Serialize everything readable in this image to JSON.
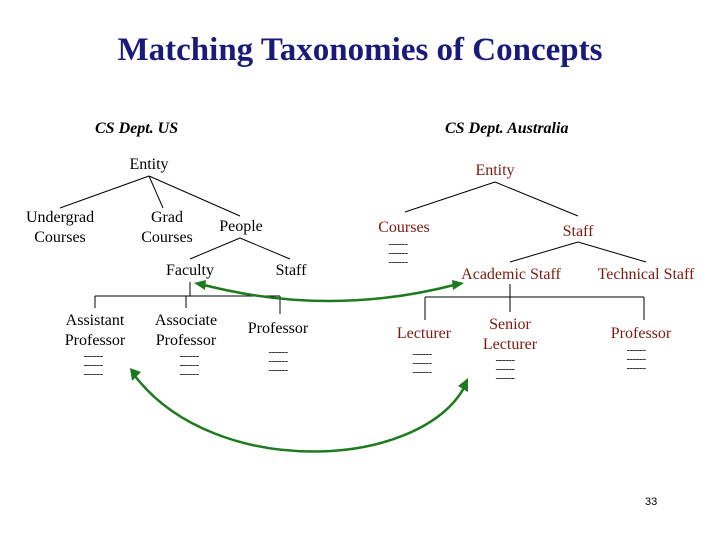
{
  "title": "Matching Taxonomies of Concepts",
  "us": {
    "heading": "CS Dept. US",
    "entity": "Entity",
    "undergrad_courses": [
      "Undergrad",
      "Courses"
    ],
    "grad_courses": [
      "Grad",
      "Courses"
    ],
    "people": "People",
    "faculty": "Faculty",
    "staff": "Staff",
    "assistant_professor": [
      "Assistant",
      "Professor"
    ],
    "associate_professor": [
      "Associate",
      "Professor"
    ],
    "professor": "Professor"
  },
  "au": {
    "heading": "CS Dept. Australia",
    "entity": "Entity",
    "courses": "Courses",
    "staff": "Staff",
    "academic_staff": "Academic Staff",
    "technical_staff": "Technical Staff",
    "lecturer": "Lecturer",
    "senior_lecturer": [
      "Senior",
      "Lecturer"
    ],
    "professor": "Professor"
  },
  "ellipsis": "------",
  "colors": {
    "title": "#1a1a7a",
    "australia_text": "#7a1a10",
    "match_arrow": "#1e7a1e"
  },
  "page_number": "33"
}
